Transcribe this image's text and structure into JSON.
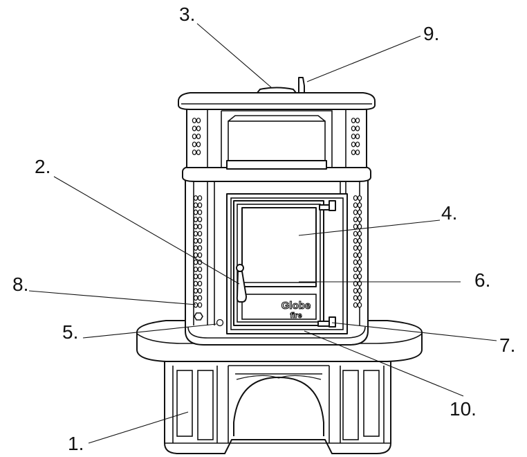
{
  "labels": [
    {
      "id": "1",
      "text": "1."
    },
    {
      "id": "2",
      "text": "2."
    },
    {
      "id": "3",
      "text": "3."
    },
    {
      "id": "4",
      "text": "4."
    },
    {
      "id": "5",
      "text": "5."
    },
    {
      "id": "6",
      "text": "6."
    },
    {
      "id": "7",
      "text": "7."
    },
    {
      "id": "8",
      "text": "8."
    },
    {
      "id": "9",
      "text": "9."
    },
    {
      "id": "10",
      "text": "10."
    }
  ],
  "door_logo": {
    "line1": "Globe",
    "line2": "fire"
  },
  "colors": {
    "line": "#111111",
    "fill": "#ffffff"
  }
}
